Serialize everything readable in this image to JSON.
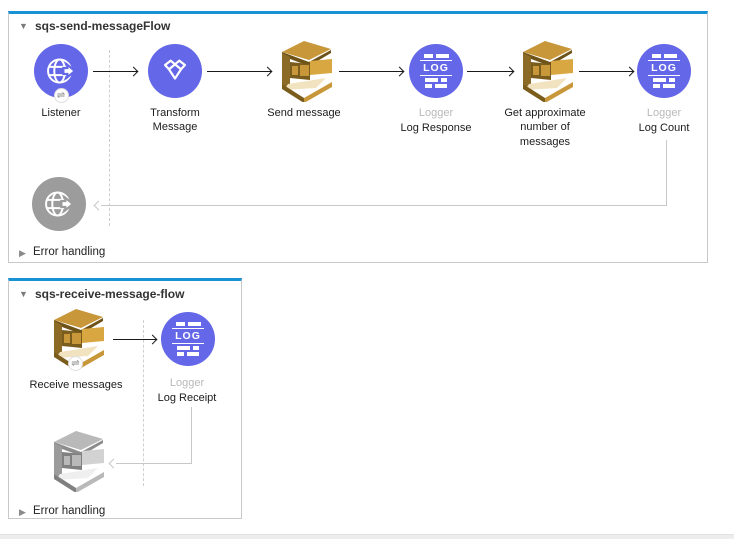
{
  "flows": {
    "flow1": {
      "title": "sqs-send-messageFlow",
      "error_handling_label": "Error handling",
      "nodes": {
        "listener": {
          "label": "Listener"
        },
        "transform_message": {
          "label": "Transform Message"
        },
        "send_message": {
          "label": "Send message"
        },
        "log_response": {
          "type_label": "Logger",
          "label": "Log Response"
        },
        "get_approximate": {
          "label": "Get approximate number of messages"
        },
        "log_count": {
          "type_label": "Logger",
          "label": "Log Count"
        }
      }
    },
    "flow2": {
      "title": "sqs-receive-message-flow",
      "error_handling_label": "Error handling",
      "nodes": {
        "receive_messages": {
          "label": "Receive messages"
        },
        "log_receipt": {
          "type_label": "Logger",
          "label": "Log Receipt"
        }
      }
    }
  },
  "icons": {
    "collapse_expanded": "▼",
    "collapse_collapsed": "▶",
    "logger_text": "LOG",
    "source_badge": "⇌"
  },
  "colors": {
    "flow_selected_top_border": "#1793d4",
    "node_blue": "#6467e8",
    "node_disabled_gray": "#9c9c9c",
    "sqs_gold": "#d9a741",
    "sqs_gold_dark": "#7a5c1d",
    "connector_gray": "#c8c8c8",
    "arrow_black": "#1a1a1a",
    "label_gray": "#b9b9b9"
  }
}
